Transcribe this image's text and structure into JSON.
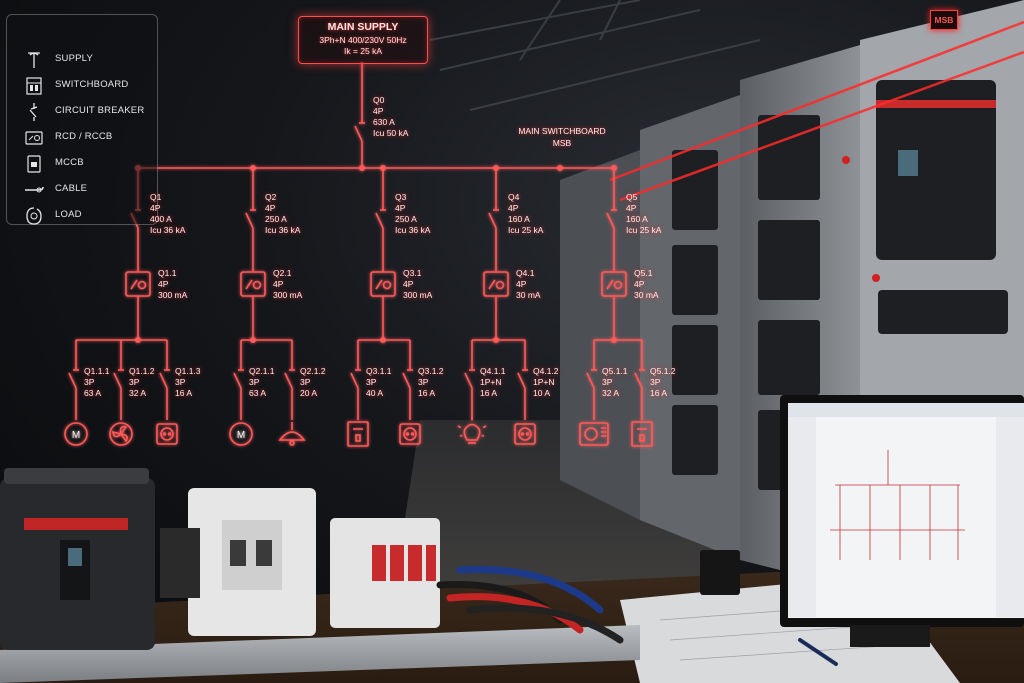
{
  "legend": {
    "items": [
      {
        "label": "SUPPLY",
        "icon": "supply-icon"
      },
      {
        "label": "SWITCHBOARD",
        "icon": "switchboard-icon"
      },
      {
        "label": "CIRCUIT BREAKER",
        "icon": "circuit-breaker-icon"
      },
      {
        "label": "RCD / RCCB",
        "icon": "rcd-icon"
      },
      {
        "label": "MCCB",
        "icon": "mccb-icon"
      },
      {
        "label": "CABLE",
        "icon": "cable-icon"
      },
      {
        "label": "LOAD",
        "icon": "load-icon"
      }
    ]
  },
  "supply": {
    "title": "MAIN SUPPLY",
    "spec": "3Ph+N 400/230V 50Hz",
    "ik": "Ik = 25 kA"
  },
  "main_breaker": {
    "id": "Q0",
    "poles": "4P",
    "rating": "630 A",
    "icu": "Icu 50 kA"
  },
  "switchboard": {
    "title": "MAIN SWITCHBOARD",
    "short": "MSB"
  },
  "cabinet_tag": "MSB",
  "feeders": [
    {
      "id": "Q1",
      "poles": "4P",
      "rating": "400 A",
      "icu": "Icu 36 kA",
      "rcd": {
        "id": "Q1.1",
        "poles": "4P",
        "sens": "300 mA"
      },
      "circuits": [
        {
          "id": "Q1.1.1",
          "poles": "3P",
          "rating": "63 A",
          "load": "motor-icon"
        },
        {
          "id": "Q1.1.2",
          "poles": "3P",
          "rating": "32 A",
          "load": "fan-icon"
        },
        {
          "id": "Q1.1.3",
          "poles": "3P",
          "rating": "16 A",
          "load": "socket-icon"
        }
      ]
    },
    {
      "id": "Q2",
      "poles": "4P",
      "rating": "250 A",
      "icu": "Icu 36 kA",
      "rcd": {
        "id": "Q2.1",
        "poles": "4P",
        "sens": "300 mA"
      },
      "circuits": [
        {
          "id": "Q2.1.1",
          "poles": "3P",
          "rating": "63 A",
          "load": "motor-icon"
        },
        {
          "id": "Q2.1.2",
          "poles": "3P",
          "rating": "20 A",
          "load": "pendant-lamp-icon"
        }
      ]
    },
    {
      "id": "Q3",
      "poles": "4P",
      "rating": "250 A",
      "icu": "Icu 36 kA",
      "rcd": {
        "id": "Q3.1",
        "poles": "4P",
        "sens": "300 mA"
      },
      "circuits": [
        {
          "id": "Q3.1.1",
          "poles": "3P",
          "rating": "40 A",
          "load": "panel-icon"
        },
        {
          "id": "Q3.1.2",
          "poles": "3P",
          "rating": "16 A",
          "load": "socket-icon"
        }
      ]
    },
    {
      "id": "Q4",
      "poles": "4P",
      "rating": "160 A",
      "icu": "Icu 25 kA",
      "rcd": {
        "id": "Q4.1",
        "poles": "4P",
        "sens": "30 mA"
      },
      "circuits": [
        {
          "id": "Q4.1.1",
          "poles": "1P+N",
          "rating": "16 A",
          "load": "lamp-icon"
        },
        {
          "id": "Q4.1.2",
          "poles": "1P+N",
          "rating": "10 A",
          "load": "socket-icon"
        }
      ]
    },
    {
      "id": "Q5",
      "poles": "4P",
      "rating": "160 A",
      "icu": "Icu 25 kA",
      "rcd": {
        "id": "Q5.1",
        "poles": "4P",
        "sens": "30 mA"
      },
      "circuits": [
        {
          "id": "Q5.1.1",
          "poles": "3P",
          "rating": "32 A",
          "load": "hvac-icon"
        },
        {
          "id": "Q5.1.2",
          "poles": "3P",
          "rating": "16 A",
          "load": "panel-icon"
        }
      ]
    }
  ],
  "colors": {
    "glow": "#ff3b3b",
    "line": "#ff5a5a",
    "text": "#fff0f0",
    "legend_text": "#e6e6e6"
  }
}
